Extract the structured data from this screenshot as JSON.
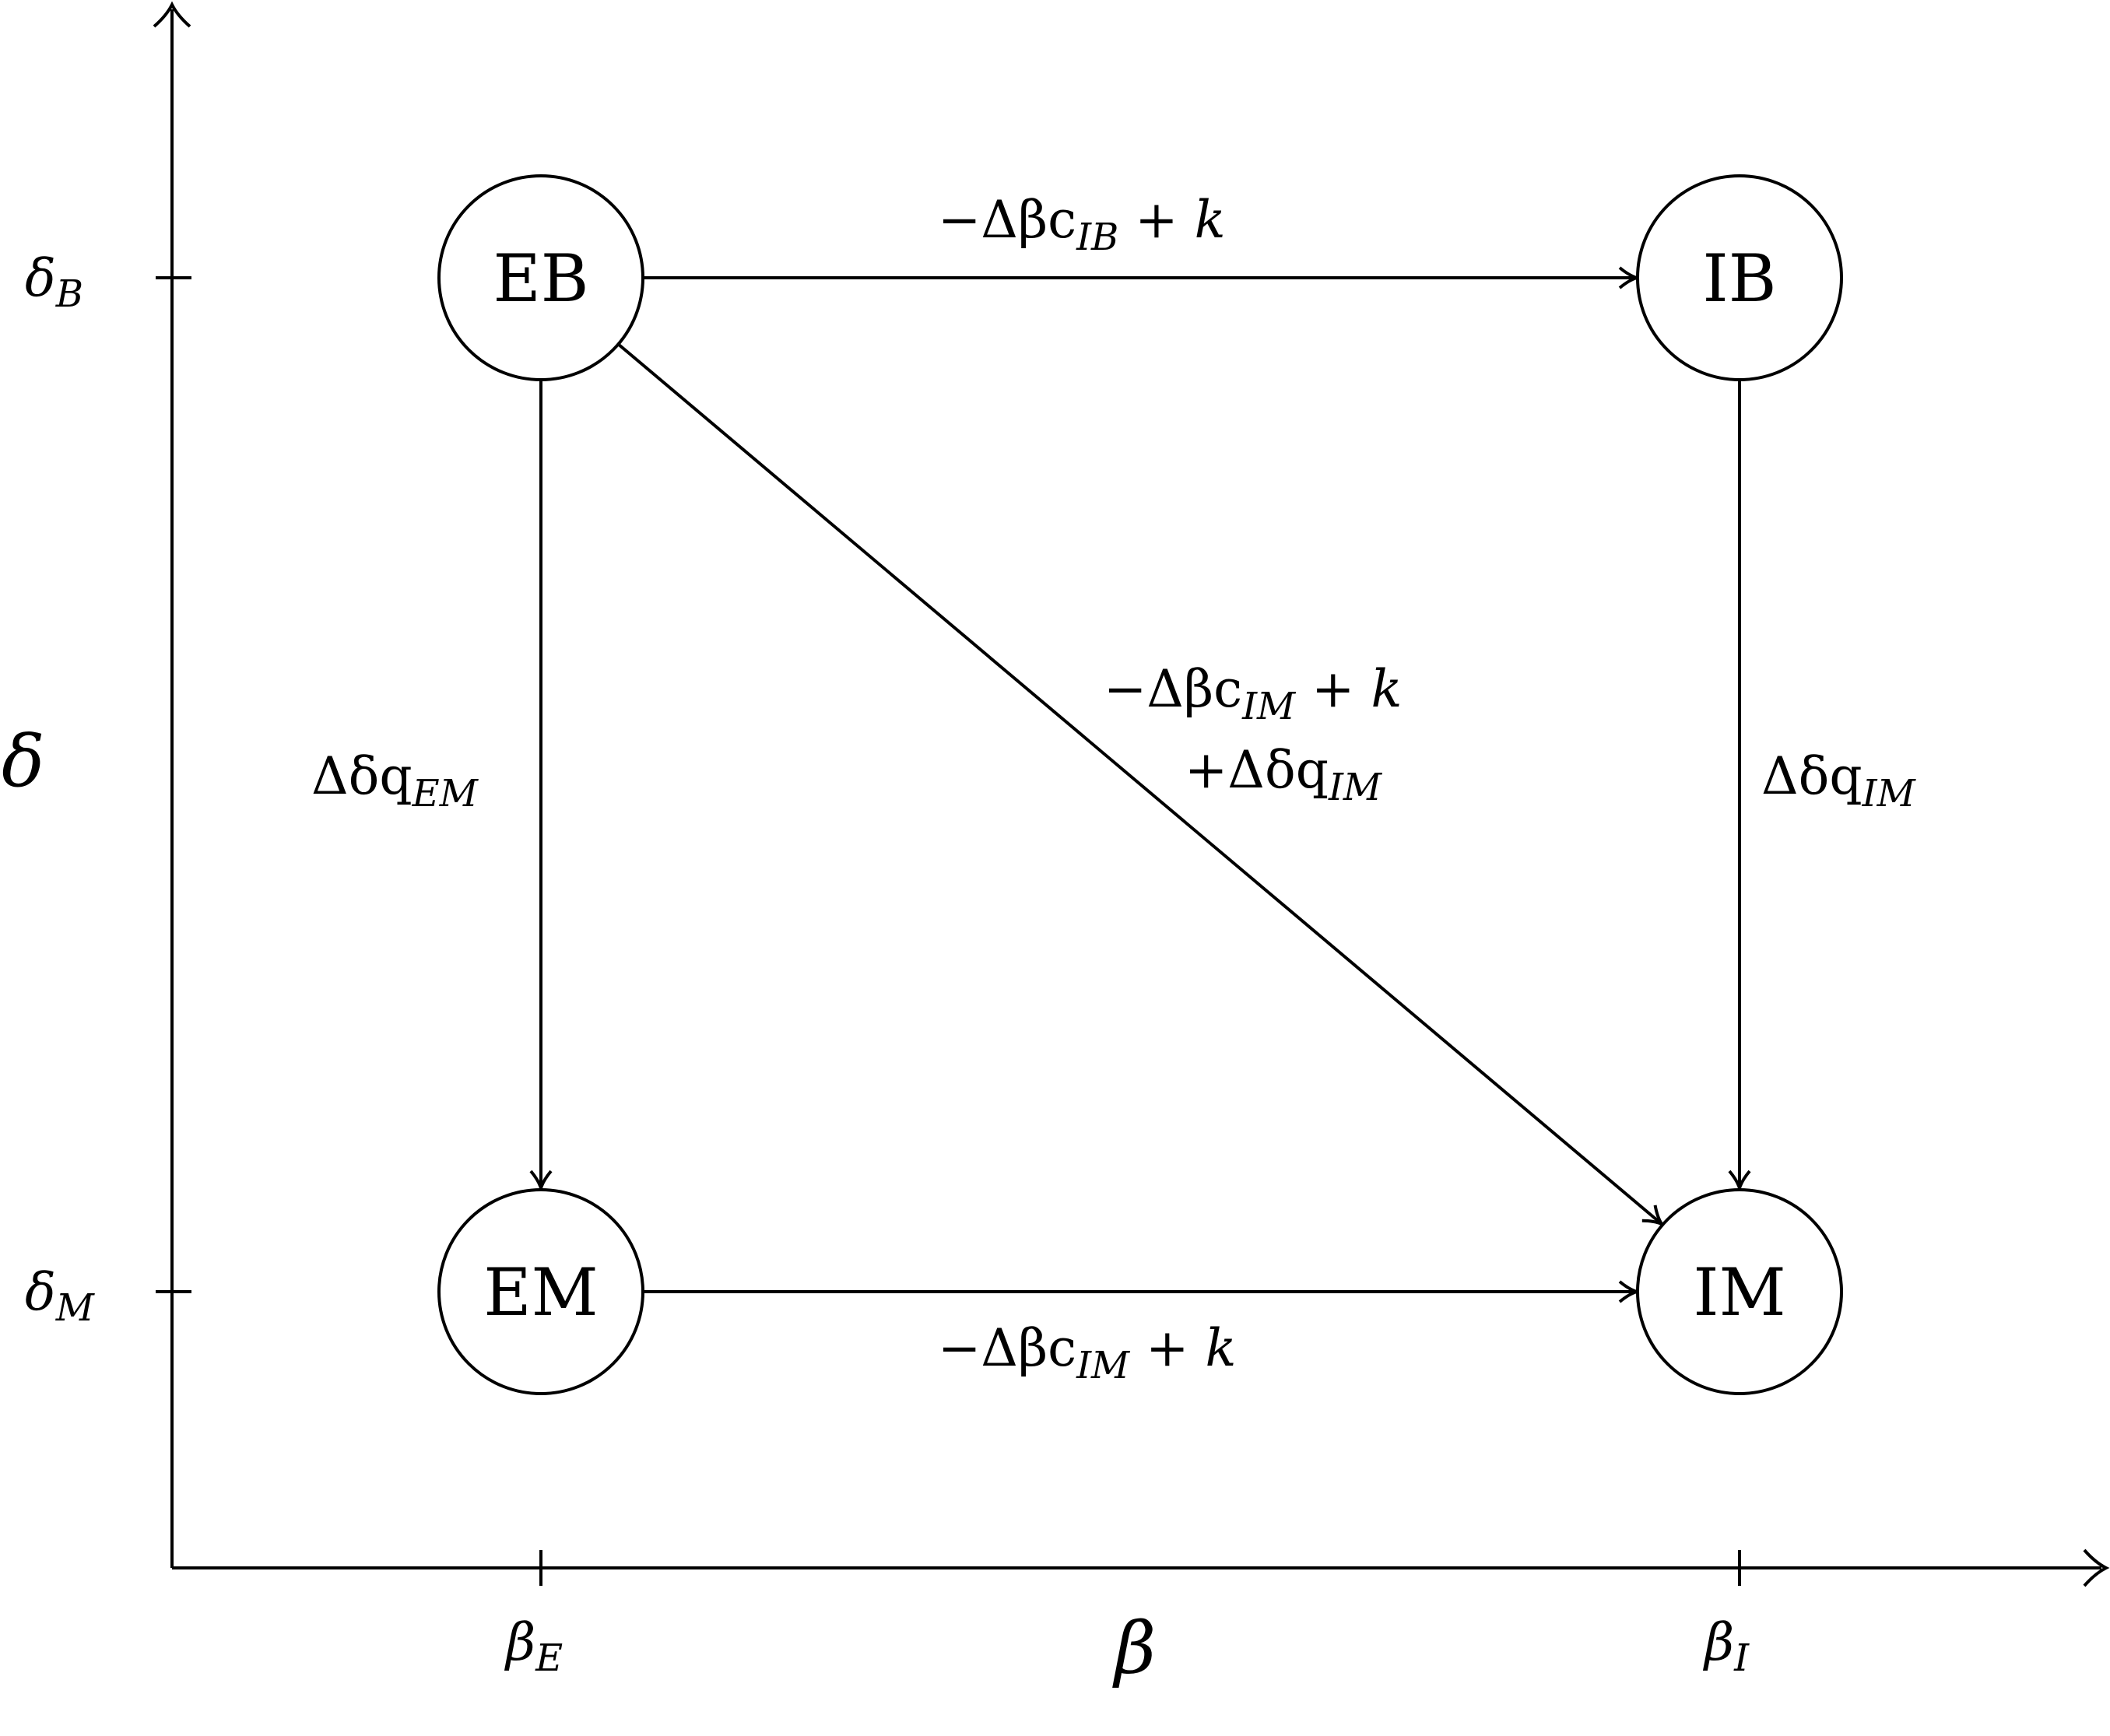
{
  "axes": {
    "x_label": {
      "base": "β"
    },
    "y_label": {
      "base": "δ"
    },
    "x_ticks": [
      {
        "base": "β",
        "sub": "E"
      },
      {
        "base": "β",
        "sub": "I"
      }
    ],
    "y_ticks": [
      {
        "base": "δ",
        "sub": "B"
      },
      {
        "base": "δ",
        "sub": "M"
      }
    ]
  },
  "nodes": {
    "eb": "EB",
    "ib": "IB",
    "em": "EM",
    "im": "IM"
  },
  "edges": {
    "eb_ib": {
      "pre": "−Δβc",
      "sub": "IB",
      "post": " + k"
    },
    "em_im": {
      "pre": "−Δβc",
      "sub": "IM",
      "post": " + k"
    },
    "eb_em": {
      "pre": "Δδq",
      "sub": "EM"
    },
    "ib_im": {
      "pre": "Δδq",
      "sub": "IM"
    },
    "eb_im_line1": {
      "pre": "−Δβc",
      "sub": "IM",
      "post": " + k"
    },
    "eb_im_line2": {
      "pre": "+Δδq",
      "sub": "IM"
    }
  },
  "colors": {
    "ink": "#000000",
    "background": "#ffffff"
  }
}
